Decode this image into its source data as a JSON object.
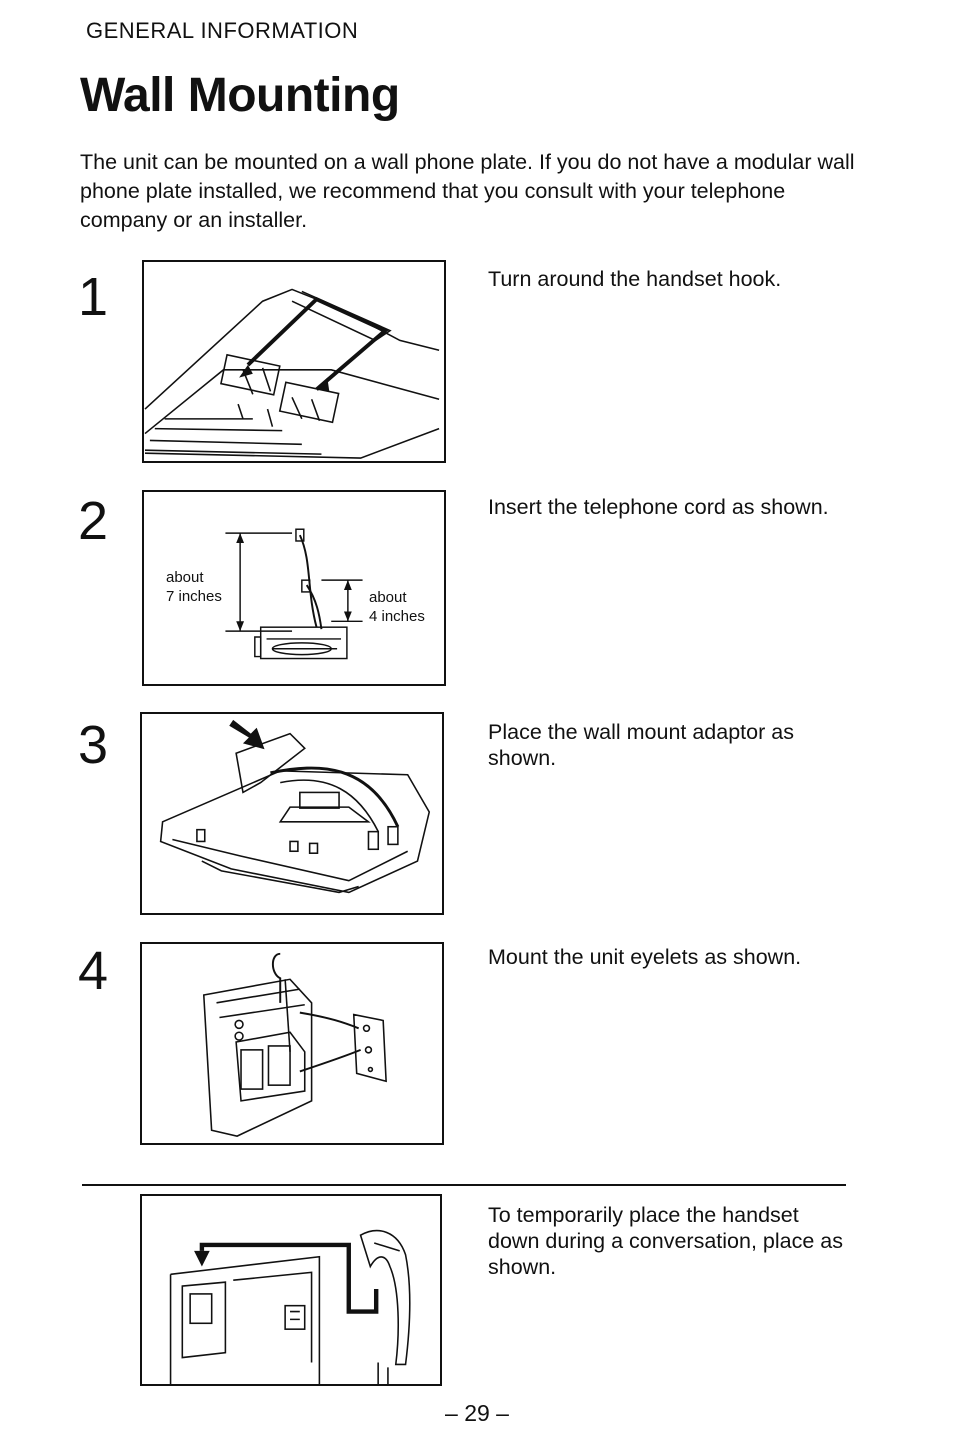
{
  "header": {
    "section": "GENERAL INFORMATION",
    "title": "Wall Mounting"
  },
  "intro": "The unit can be mounted on a wall phone plate. If you do not have a modular wall phone plate installed, we recommend that you consult with your telephone company or an installer.",
  "steps": [
    {
      "number": "1",
      "text": "Turn around the handset hook."
    },
    {
      "number": "2",
      "text": "Insert the telephone cord as shown."
    },
    {
      "number": "3",
      "text": "Place the wall mount adaptor as shown."
    },
    {
      "number": "4",
      "text": "Mount the unit eyelets as shown."
    }
  ],
  "figure2": {
    "left_label_top": "about",
    "left_label_bottom": "7 inches",
    "right_label_top": "about",
    "right_label_bottom": "4 inches"
  },
  "tip": {
    "text": "To temporarily place the handset down during a conversation, place as shown."
  },
  "page_number": "– 29 –"
}
